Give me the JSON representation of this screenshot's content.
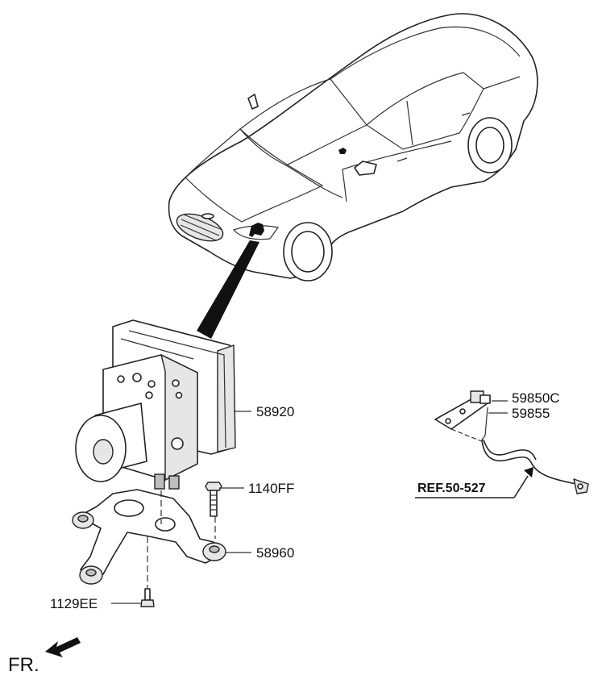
{
  "diagram": {
    "callouts": [
      {
        "id": "abs-module",
        "text": "58920"
      },
      {
        "id": "bolt",
        "text": "1140FF"
      },
      {
        "id": "bracket",
        "text": "58960"
      },
      {
        "id": "screw",
        "text": "1129EE"
      },
      {
        "id": "sensor-code-1",
        "text": "59850C"
      },
      {
        "id": "sensor-code-2",
        "text": "59855"
      }
    ],
    "reference": "REF.50-527",
    "direction_marker": "FR."
  }
}
